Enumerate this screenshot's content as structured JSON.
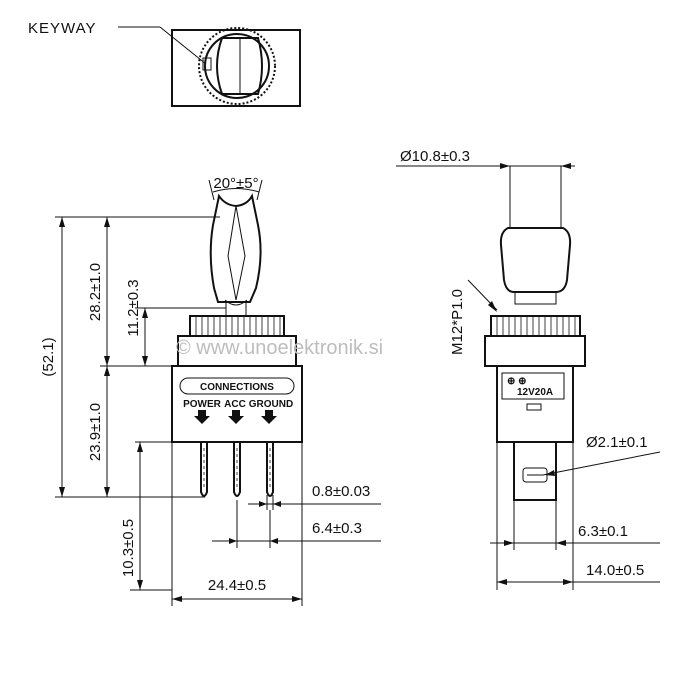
{
  "labels": {
    "keyway": "KEYWAY",
    "angle": "20°±5°",
    "diameter_body": "Ø10.8±0.3",
    "height_total": "(52.1)",
    "height_upper": "28.2±1.0",
    "bushing": "11.2±0.3",
    "height_lower": "23.9±1.0",
    "terminal_length": "10.3±0.5",
    "thickness": "0.8±0.03",
    "pitch": "6.4±0.3",
    "width_front": "24.4±0.5",
    "thread": "M12*P1.0",
    "hole": "Ø2.1±0.1",
    "terminal_width": "6.3±0.1",
    "width_side": "14.0±0.5"
  },
  "connections": {
    "title": "CONNECTIONS",
    "power": "POWER",
    "acc": "ACC",
    "ground": "GROUND"
  },
  "rating": {
    "mark": "⊕ ⊕",
    "value": "12V20A"
  },
  "watermark": "© www.unoelektronik.si"
}
